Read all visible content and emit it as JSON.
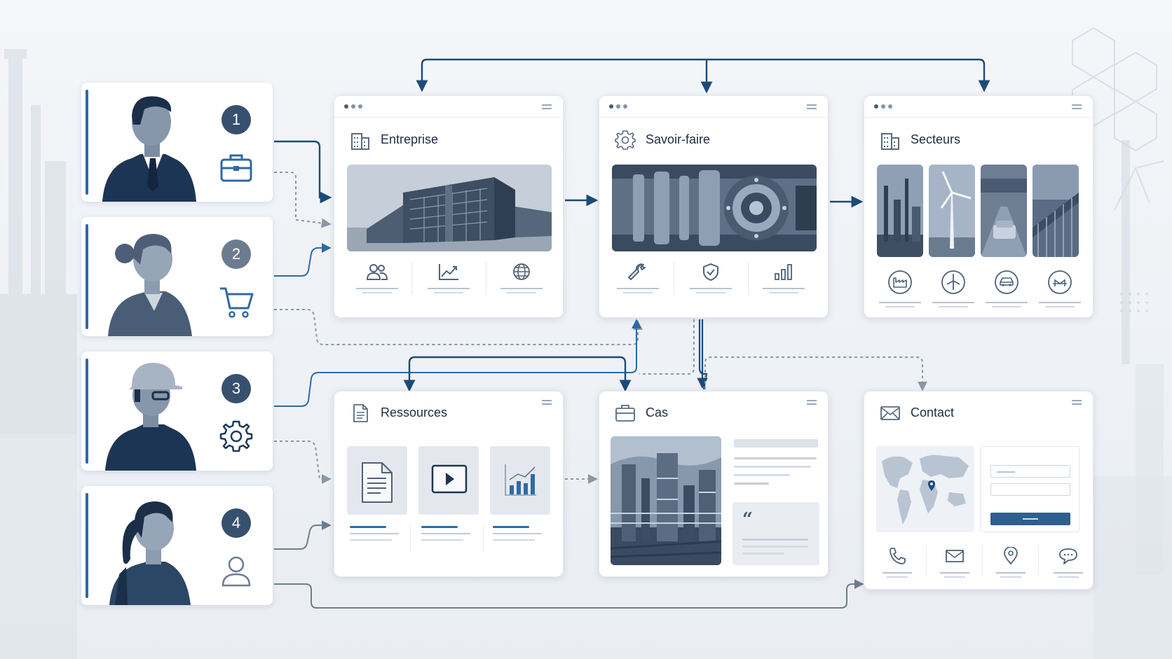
{
  "personas": [
    {
      "number": "1",
      "icon": "briefcase-icon"
    },
    {
      "number": "2",
      "icon": "cart-icon"
    },
    {
      "number": "3",
      "icon": "gear-icon"
    },
    {
      "number": "4",
      "icon": "user-icon"
    }
  ],
  "cards": {
    "entreprise": {
      "title": "Entreprise",
      "icon": "building-icon",
      "features": [
        "users-icon",
        "trend-chart-icon",
        "globe-icon"
      ]
    },
    "savoir_faire": {
      "title": "Savoir-faire",
      "icon": "gear-icon",
      "features": [
        "wrench-icon",
        "shield-check-icon",
        "bar-chart-icon"
      ]
    },
    "secteurs": {
      "title": "Secteurs",
      "icon": "building-icon",
      "sectors": [
        "factory-icon",
        "wind-turbine-icon",
        "car-icon",
        "bridge-icon"
      ]
    },
    "ressources": {
      "title": "Ressources",
      "icon": "document-icon",
      "tiles": [
        "document-icon",
        "video-play-icon",
        "chart-icon"
      ]
    },
    "cas": {
      "title": "Cas",
      "icon": "briefcase-icon",
      "quote_mark": "“"
    },
    "contact": {
      "title": "Contact",
      "icon": "mail-icon",
      "channels": [
        "phone-icon",
        "mail-icon",
        "location-pin-icon",
        "chat-icon"
      ]
    }
  },
  "colors": {
    "navy": "#1d4a78",
    "steel": "#6c7c90",
    "accent_blue": "#2f6aa3",
    "background": "#f1f4f7"
  }
}
